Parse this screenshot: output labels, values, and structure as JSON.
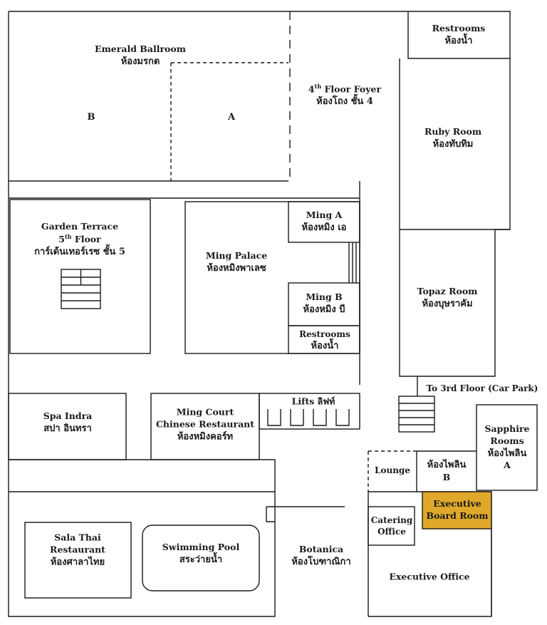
{
  "rooms": {
    "emerald_ballroom": {
      "en": "Emerald Ballroom",
      "th": "ห้องมรกต"
    },
    "emerald_b": "B",
    "emerald_a": "A",
    "foyer": {
      "en_pre": "4",
      "en_sup": "th",
      "en_post": " Floor Foyer",
      "th": "ห้องโถง ชั้น 4"
    },
    "restrooms_top": {
      "en": "Restrooms",
      "th": "ห้องน้ำ"
    },
    "ruby": {
      "en": "Ruby Room",
      "th": "ห้องทับทิม"
    },
    "garden_terrace": {
      "en": "Garden Terrace",
      "floor_pre": "5",
      "floor_sup": "th",
      "floor_post": " Floor",
      "th": "การ์เด้นเทอร์เรซ ชั้น 5"
    },
    "ming_palace": {
      "en": "Ming Palace",
      "th": "ห้องหมิงพาเลซ"
    },
    "ming_a": {
      "en": "Ming A",
      "th": "ห้องหมิง เอ"
    },
    "ming_b": {
      "en": "Ming B",
      "th": "ห้องหมิง บี"
    },
    "restrooms_mid": {
      "en": "Restrooms",
      "th": "ห้องน้ำ"
    },
    "topaz": {
      "en": "Topaz Room",
      "th": "ห้องบุษราคัม"
    },
    "to_3rd_floor": "To 3rd Floor (Car Park)",
    "lifts": "Lifts ลิฟท์",
    "spa_indra": {
      "en": "Spa Indra",
      "th": "สปา อินทรา"
    },
    "ming_court": {
      "en1": "Ming Court",
      "en2": "Chinese Restaurant",
      "th": "ห้องหมิงคอร์ท"
    },
    "sapphire": {
      "en1": "Sapphire",
      "en2": "Rooms",
      "th": "ห้องไพลิน",
      "suffix": "A"
    },
    "sapphire_b": {
      "th": "ห้องไพลิน",
      "suffix": "B"
    },
    "lounge": "Lounge",
    "exec_board": {
      "line1": "Executive",
      "line2": "Board Room"
    },
    "catering": {
      "line1": "Catering",
      "line2": "Office"
    },
    "sala_thai": {
      "en1": "Sala Thai",
      "en2": "Restaurant",
      "th": "ห้องศาลาไทย"
    },
    "pool": {
      "en": "Swimming Pool",
      "th": "สระว่ายน้ำ"
    },
    "botanica": {
      "en": "Botanica",
      "th": "ห้องโบฑาณิกา"
    },
    "exec_office": "Executive Office"
  },
  "colors": {
    "line": "#1a1a1a",
    "highlight": "#e0a82a",
    "background": "#ffffff"
  }
}
